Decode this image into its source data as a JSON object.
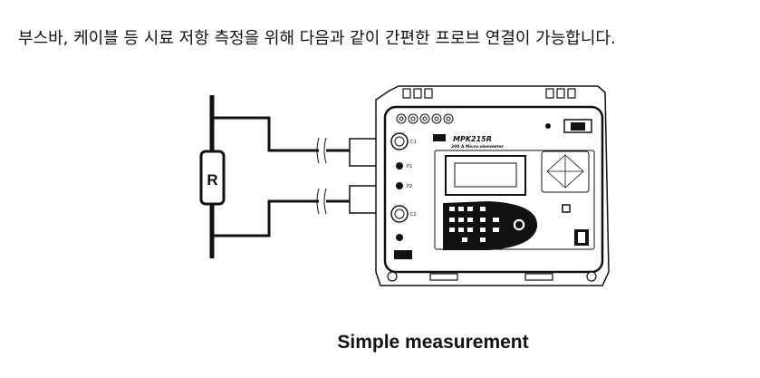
{
  "heading": "부스바, 케이블 등 시료 저항 측정을 위해 다음과 같이 간편한 프로브 연결이 가능합니다.",
  "caption": "Simple measurement",
  "diagram": {
    "resistor_label": "R",
    "device_model": "MPK215R",
    "device_subtitle": "200 A Micro-ohmmeter",
    "terminal_labels": [
      "C1",
      "P1",
      "P2",
      "C2"
    ]
  }
}
